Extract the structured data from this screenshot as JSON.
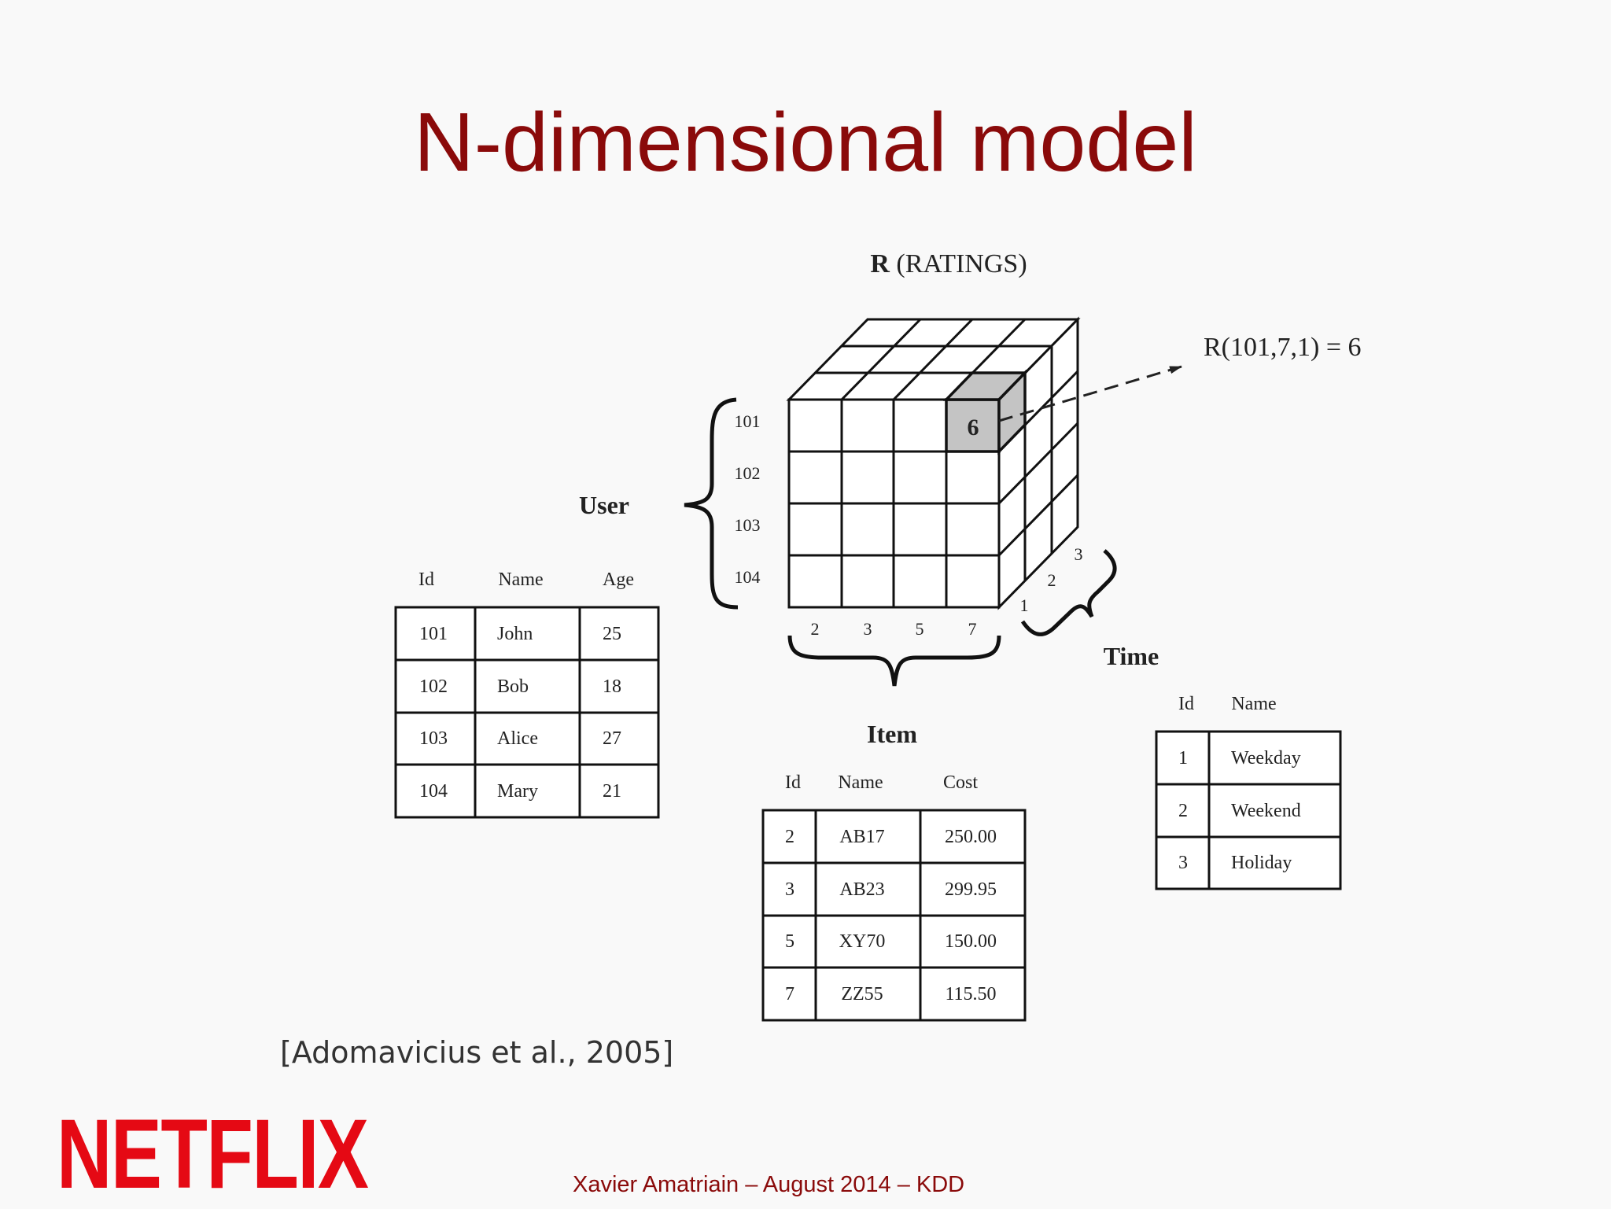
{
  "title": "N-dimensional model",
  "ratings_label_bold": "R",
  "ratings_label_rest": " (RATINGS)",
  "rating_formula": "R(101,7,1) = 6",
  "highlight_value": "6",
  "user_axis": {
    "label": "User",
    "ticks": [
      "101",
      "102",
      "103",
      "104"
    ]
  },
  "item_axis": {
    "label": "Item",
    "ticks": [
      "2",
      "3",
      "5",
      "7"
    ]
  },
  "time_axis": {
    "label": "Time",
    "ticks": [
      "1",
      "2",
      "3"
    ]
  },
  "user_table": {
    "headers": [
      "Id",
      "Name",
      "Age"
    ],
    "rows": [
      [
        "101",
        "John",
        "25"
      ],
      [
        "102",
        "Bob",
        "18"
      ],
      [
        "103",
        "Alice",
        "27"
      ],
      [
        "104",
        "Mary",
        "21"
      ]
    ]
  },
  "item_table": {
    "headers": [
      "Id",
      "Name",
      "Cost"
    ],
    "rows": [
      [
        "2",
        "AB17",
        "250.00"
      ],
      [
        "3",
        "AB23",
        "299.95"
      ],
      [
        "5",
        "XY70",
        "150.00"
      ],
      [
        "7",
        "ZZ55",
        "115.50"
      ]
    ]
  },
  "time_table": {
    "headers": [
      "Id",
      "Name"
    ],
    "rows": [
      [
        "1",
        "Weekday"
      ],
      [
        "2",
        "Weekend"
      ],
      [
        "3",
        "Holiday"
      ]
    ]
  },
  "citation": "[Adomavicius et al., 2005]",
  "footer": "Xavier Amatriain – August 2014 – KDD",
  "logo": "NETFLIX",
  "colors": {
    "title": "#8a0a0a",
    "logo": "#e50914",
    "highlight_cell": "#c4c4c4"
  }
}
